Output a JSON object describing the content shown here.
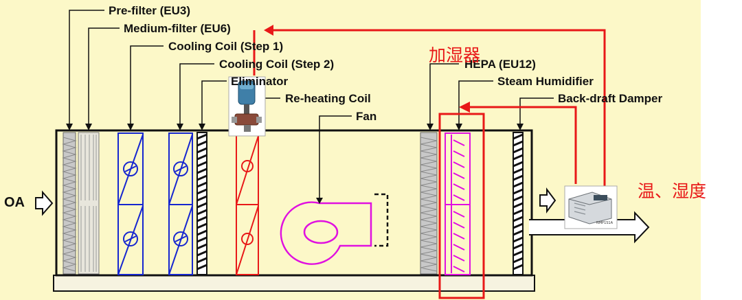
{
  "labels": {
    "prefilter": "Pre-filter (EU3)",
    "medium_filter": "Medium-filter (EU6)",
    "cooling1": "Cooling Coil (Step 1)",
    "cooling2": "Cooling Coil (Step 2)",
    "eliminator": "Eliminator",
    "reheat": "Re-heating Coil",
    "fan": "Fan",
    "hepa": "HEPA (EU12)",
    "steam": "Steam Humidifier",
    "damper": "Back-draft Damper",
    "oa": "OA"
  },
  "annotations": {
    "humidifier_cn": "加湿器",
    "temp_humidity_cn": "温、湿度"
  },
  "device_label": "NMP1S1A",
  "colors": {
    "background": "#fcf8c8",
    "red": "#e81818",
    "blue": "#1626d0",
    "magenta": "#e010e0",
    "black": "#111111"
  }
}
